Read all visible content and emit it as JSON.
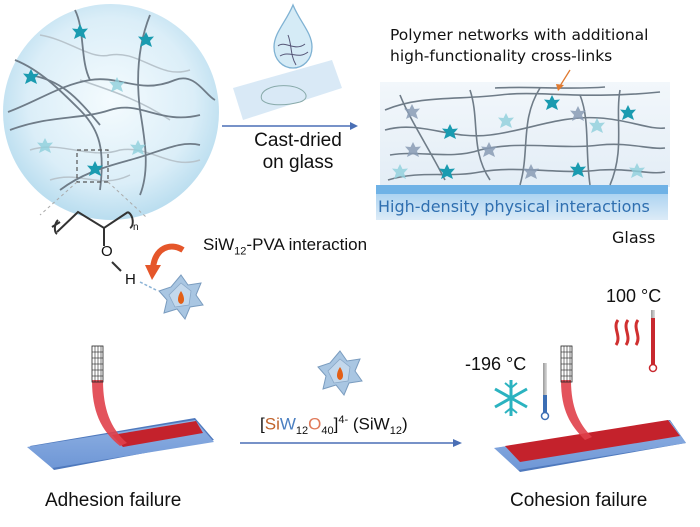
{
  "figure": {
    "cast_label_line1": "Cast-dried",
    "cast_label_line2": "on glass",
    "network_label_line1": "Polymer networks with additional",
    "network_label_line2": "high-functionality cross-links",
    "interface_label": "High-density physical interactions",
    "glass_label": "Glass",
    "pva_interaction": {
      "prefix": "SiW",
      "sub": "12",
      "suffix": "-PVA interaction"
    },
    "pva_structure": {
      "o": "O",
      "h": "H",
      "n": "n"
    },
    "formula": {
      "open": "[",
      "si": "Si",
      "w": "W",
      "w_sub": "12",
      "o": "O",
      "o_sub": "40",
      "close": "]",
      "charge": "4-",
      "abbr_prefix": " (SiW",
      "abbr_sub": "12",
      "abbr_suffix": ")"
    },
    "hot_temp": "100 °C",
    "cold_temp": "-196 °C",
    "left_caption": "Adhesion failure",
    "right_caption": "Cohesion failure",
    "colors": {
      "si": "#c0622a",
      "w": "#4a7fc1",
      "o": "#e07a5a",
      "arrow": "#4a6fb5",
      "film": "#d0202a",
      "substrate": "#6f97d6",
      "snowflake": "#2bb3c0",
      "heat": "#d03030",
      "crosslink": "#1a9bb0",
      "interface_text": "#2f6fb0"
    }
  }
}
